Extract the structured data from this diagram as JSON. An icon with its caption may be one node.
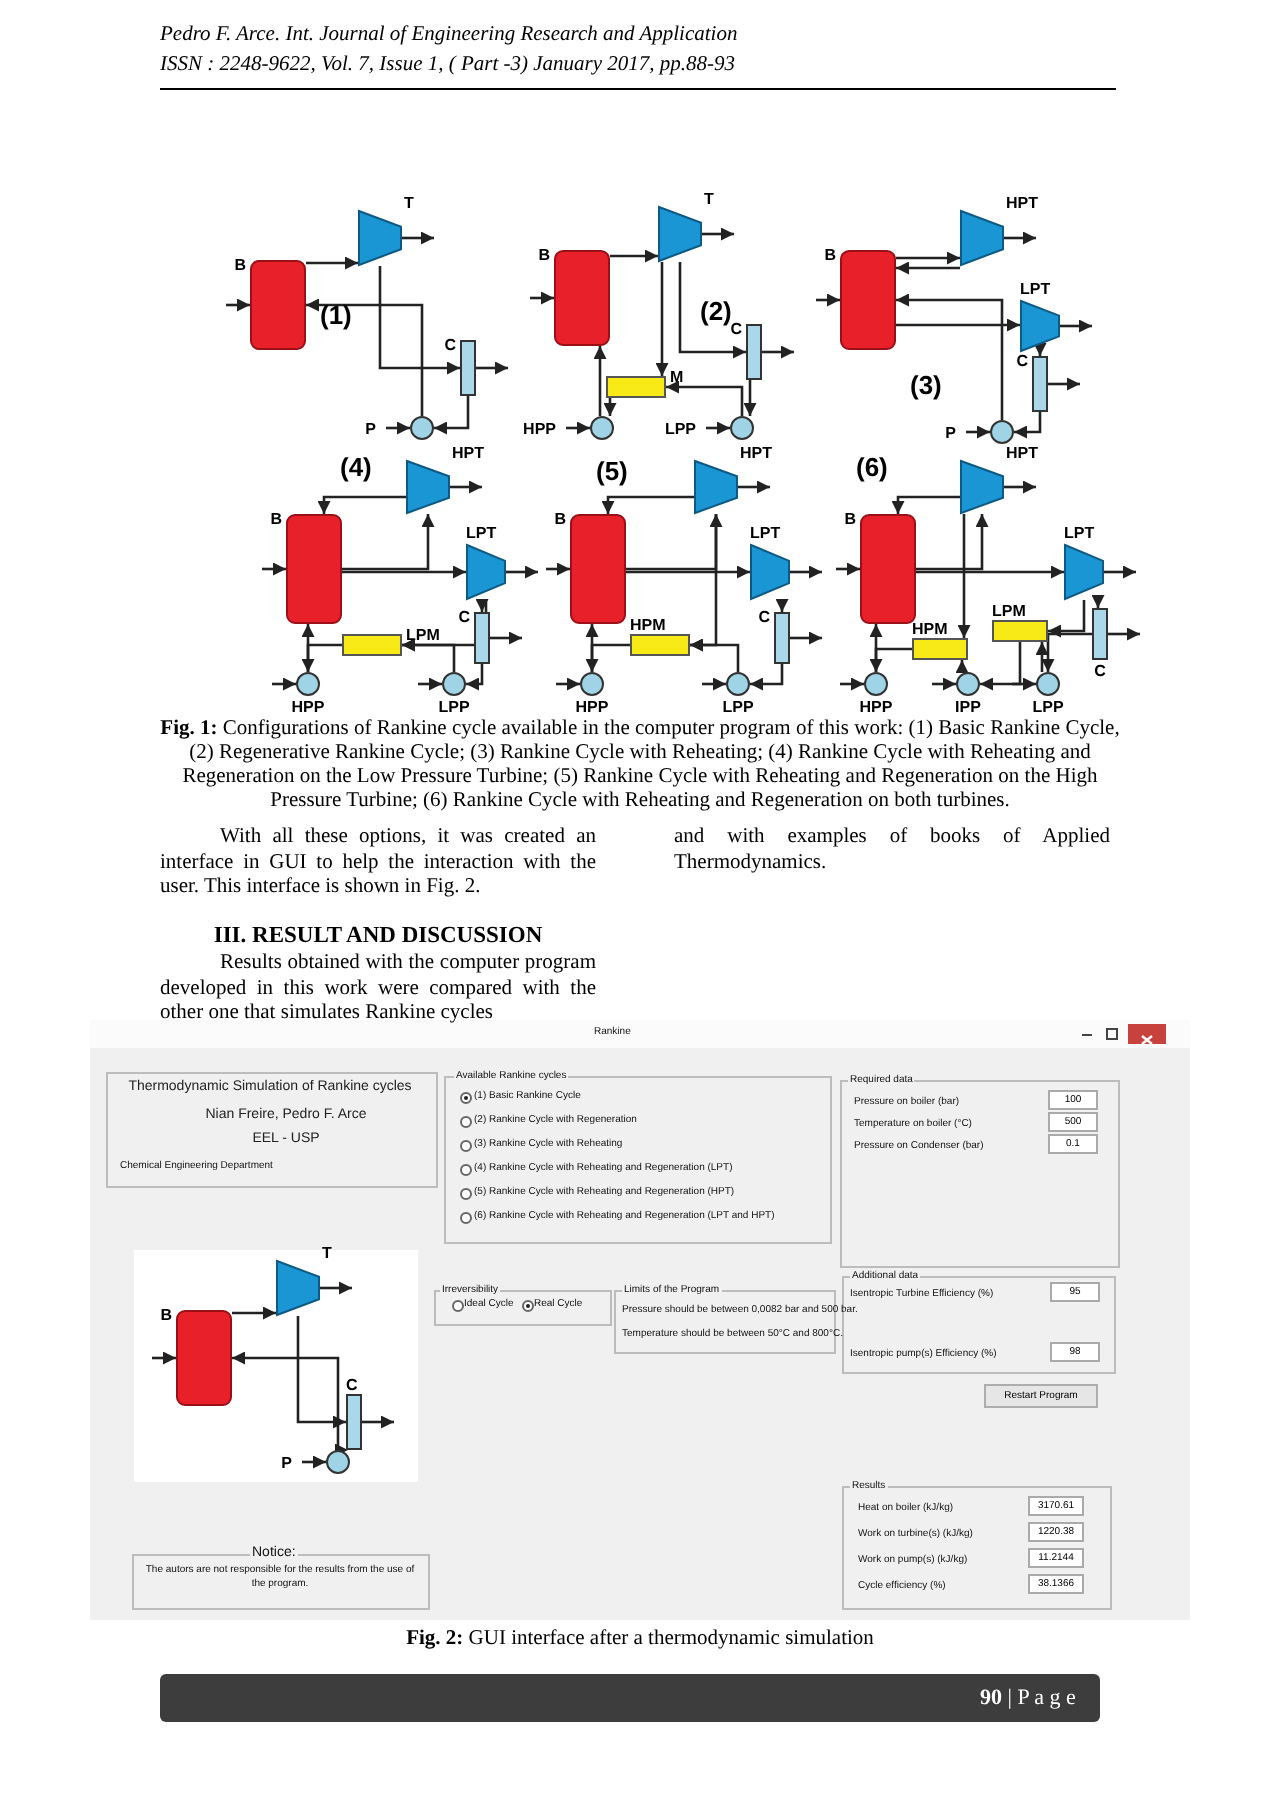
{
  "diagram": {
    "nodes": [
      {
        "text": [
          "B"
        ]
      },
      {
        "text": [
          "T"
        ]
      },
      {
        "text": [
          "C"
        ]
      },
      {
        "text": [
          "P"
        ]
      },
      {
        "text": [
          "B"
        ]
      },
      {
        "text": [
          "T"
        ]
      },
      {
        "text": [
          "M"
        ]
      },
      {
        "text": [
          "C"
        ]
      },
      {
        "text": [
          "HPP"
        ]
      },
      {
        "text": [
          "LPP"
        ]
      },
      {
        "text": [
          "B"
        ]
      },
      {
        "text": [
          "HPT"
        ]
      },
      {
        "text": [
          "LPT"
        ]
      },
      {
        "text": [
          "C"
        ]
      },
      {
        "text": [
          "P"
        ]
      },
      {
        "text": [
          "HPT"
        ]
      },
      {
        "text": [
          "B"
        ]
      },
      {
        "text": [
          "LPT"
        ]
      },
      {
        "text": [
          "LPM"
        ]
      },
      {
        "text": [
          "C"
        ]
      },
      {
        "text": [
          "HPP"
        ]
      },
      {
        "text": [
          "LPP"
        ]
      },
      {
        "text": [
          "HPT"
        ]
      },
      {
        "text": [
          "B"
        ]
      },
      {
        "text": [
          "LPT"
        ]
      },
      {
        "text": [
          "HPM"
        ]
      },
      {
        "text": [
          "C"
        ]
      },
      {
        "text": [
          "HPP"
        ]
      },
      {
        "text": [
          "LPP"
        ]
      },
      {
        "text": [
          "HPT"
        ]
      },
      {
        "text": [
          "B"
        ]
      },
      {
        "text": [
          "LPT"
        ]
      },
      {
        "text": [
          "LPM"
        ]
      },
      {
        "text": [
          "HPM"
        ]
      },
      {
        "text": [
          "C"
        ]
      },
      {
        "text": [
          "HPP"
        ]
      },
      {
        "text": [
          "IPP"
        ]
      },
      {
        "text": [
          "LPP"
        ]
      },
      {
        "text": [
          "B"
        ]
      },
      {
        "text": [
          "T"
        ]
      },
      {
        "text": [
          "C"
        ]
      },
      {
        "text": [
          "P"
        ]
      }
    ],
    "edges": [
      {
        "from": 0,
        "to": 1,
        "arrow": "to"
      },
      {
        "from": 1,
        "to": 2,
        "arrow": "to"
      },
      {
        "from": 2,
        "to": 3,
        "arrow": "to"
      },
      {
        "from": 3,
        "to": 0,
        "arrow": "to"
      },
      {
        "from": null,
        "to": 0,
        "arrow": "to"
      },
      {
        "from": 1,
        "to": null,
        "arrow": "to"
      },
      {
        "from": 2,
        "to": null,
        "arrow": "to"
      },
      {
        "from": null,
        "to": 3,
        "arrow": "to"
      },
      {
        "from": 4,
        "to": 5,
        "arrow": "to"
      },
      {
        "from": 5,
        "to": 7,
        "arrow": "to"
      },
      {
        "from": 5,
        "to": 6,
        "arrow": "to"
      },
      {
        "from": 7,
        "to": 9,
        "arrow": "to"
      },
      {
        "from": 9,
        "to": 6,
        "arrow": "to"
      },
      {
        "from": 6,
        "to": 8,
        "arrow": "to"
      },
      {
        "from": 8,
        "to": 4,
        "arrow": "to"
      },
      {
        "from": null,
        "to": 4,
        "arrow": "to"
      },
      {
        "from": 5,
        "to": null,
        "arrow": "to"
      },
      {
        "from": 7,
        "to": null,
        "arrow": "to"
      },
      {
        "from": null,
        "to": 8,
        "arrow": "to"
      },
      {
        "from": null,
        "to": 9,
        "arrow": "to"
      },
      {
        "from": 10,
        "to": 11,
        "arrow": "to"
      },
      {
        "from": 11,
        "to": 10,
        "arrow": "to"
      },
      {
        "from": 10,
        "to": 12,
        "arrow": "to"
      },
      {
        "from": 12,
        "to": 13,
        "arrow": "to"
      },
      {
        "from": 13,
        "to": 14,
        "arrow": "to"
      },
      {
        "from": 14,
        "to": 10,
        "arrow": "to"
      },
      {
        "from": null,
        "to": 10,
        "arrow": "to"
      },
      {
        "from": 11,
        "to": null,
        "arrow": "to"
      },
      {
        "from": 12,
        "to": null,
        "arrow": "to"
      },
      {
        "from": 13,
        "to": null,
        "arrow": "to"
      },
      {
        "from": null,
        "to": 14,
        "arrow": "to"
      },
      {
        "from": 16,
        "to": 15,
        "arrow": "to"
      },
      {
        "from": 15,
        "to": 16,
        "arrow": "to"
      },
      {
        "from": 16,
        "to": 17,
        "arrow": "to"
      },
      {
        "from": 17,
        "to": 18,
        "arrow": "to"
      },
      {
        "from": 17,
        "to": 19,
        "arrow": "to"
      },
      {
        "from": 19,
        "to": 21,
        "arrow": "to"
      },
      {
        "from": 21,
        "to": 18,
        "arrow": "to"
      },
      {
        "from": 18,
        "to": 20,
        "arrow": "to"
      },
      {
        "from": 20,
        "to": 16,
        "arrow": "to"
      },
      {
        "from": null,
        "to": 16,
        "arrow": "to"
      },
      {
        "from": 15,
        "to": null,
        "arrow": "to"
      },
      {
        "from": 17,
        "to": null,
        "arrow": "to"
      },
      {
        "from": 19,
        "to": null,
        "arrow": "to"
      },
      {
        "from": null,
        "to": 20,
        "arrow": "to"
      },
      {
        "from": null,
        "to": 21,
        "arrow": "to"
      },
      {
        "from": 23,
        "to": 22,
        "arrow": "to"
      },
      {
        "from": 22,
        "to": 23,
        "arrow": "to"
      },
      {
        "from": 22,
        "to": 25,
        "arrow": "to"
      },
      {
        "from": 23,
        "to": 24,
        "arrow": "to"
      },
      {
        "from": 24,
        "to": 26,
        "arrow": "to"
      },
      {
        "from": 26,
        "to": 28,
        "arrow": "to"
      },
      {
        "from": 28,
        "to": 25,
        "arrow": "to"
      },
      {
        "from": 25,
        "to": 27,
        "arrow": "to"
      },
      {
        "from": 27,
        "to": 23,
        "arrow": "to"
      },
      {
        "from": null,
        "to": 23,
        "arrow": "to"
      },
      {
        "from": 22,
        "to": null,
        "arrow": "to"
      },
      {
        "from": 24,
        "to": null,
        "arrow": "to"
      },
      {
        "from": 26,
        "to": null,
        "arrow": "to"
      },
      {
        "from": null,
        "to": 27,
        "arrow": "to"
      },
      {
        "from": null,
        "to": 28,
        "arrow": "to"
      },
      {
        "from": 30,
        "to": 29,
        "arrow": "to"
      },
      {
        "from": 29,
        "to": 30,
        "arrow": "to"
      },
      {
        "from": 29,
        "to": 33,
        "arrow": "to"
      },
      {
        "from": 30,
        "to": 31,
        "arrow": "to"
      },
      {
        "from": 31,
        "to": 32,
        "arrow": "to"
      },
      {
        "from": 31,
        "to": 34,
        "arrow": "to"
      },
      {
        "from": 34,
        "to": 37,
        "arrow": "to"
      },
      {
        "from": 37,
        "to": 32,
        "arrow": "to"
      },
      {
        "from": 32,
        "to": 36,
        "arrow": "to"
      },
      {
        "from": 36,
        "to": 33,
        "arrow": "to"
      },
      {
        "from": 33,
        "to": 35,
        "arrow": "to"
      },
      {
        "from": 35,
        "to": 30,
        "arrow": "to"
      },
      {
        "from": null,
        "to": 30,
        "arrow": "to"
      },
      {
        "from": 29,
        "to": null,
        "arrow": "to"
      },
      {
        "from": 31,
        "to": null,
        "arrow": "to"
      },
      {
        "from": 34,
        "to": null,
        "arrow": "to"
      },
      {
        "from": null,
        "to": 35,
        "arrow": "to"
      },
      {
        "from": null,
        "to": 36,
        "arrow": "to"
      },
      {
        "from": null,
        "to": 37,
        "arrow": "to"
      },
      {
        "from": 38,
        "to": 39,
        "arrow": "to"
      },
      {
        "from": 39,
        "to": 40,
        "arrow": "to"
      },
      {
        "from": 40,
        "to": 41,
        "arrow": "to"
      },
      {
        "from": 41,
        "to": 38,
        "arrow": "to"
      },
      {
        "from": null,
        "to": 38,
        "arrow": "to"
      },
      {
        "from": 39,
        "to": null,
        "arrow": "to"
      },
      {
        "from": 40,
        "to": null,
        "arrow": "to"
      },
      {
        "from": null,
        "to": 41,
        "arrow": "to"
      }
    ],
    "labels": [
      "Pedro F. Arce. Int. Journal of Engineering Research and Application",
      "ISSN : 2248-9622, Vol. 7, Issue 1, ( Part -3) January 2017, pp.88-93",
      "(1)",
      "(2)",
      "(3)",
      "(4)",
      "(5)",
      "(6)",
      "**Fig. 1:** Configurations of Rankine cycle available in the computer program of this work: (1) Basic Rankine Cycle, (2) Regenerative Rankine Cycle; (3) Rankine Cycle with Reheating; (4) Rankine Cycle with Reheating and Regeneration on the Low Pressure Turbine; (5) Rankine Cycle with Reheating and Regeneration on the High Pressure Turbine; (6) Rankine Cycle with Reheating and Regeneration on both turbines.",
      "With all these options, it was created an interface in GUI to help the interaction with the user. This interface is shown in Fig. 2.",
      "III. RESULT AND DISCUSSION",
      "Results obtained with the computer program developed in this work were compared with the other one that simulates Rankine cycles",
      "and with examples of books of Applied Thermodynamics.",
      "Rankine",
      "Thermodynamic Simulation of Rankine cycles",
      "Nian Freire, Pedro F. Arce",
      "EEL - USP",
      "Chemical Engineering Department",
      "Available Rankine cycles",
      "(1) Basic Rankine Cycle",
      "(2) Rankine Cycle with Regeneration",
      "(3) Rankine Cycle with Reheating",
      "(4) Rankine Cycle with Reheating and Regeneration (LPT)",
      "(5) Rankine Cycle with Reheating and Regeneration (HPT)",
      "(6) Rankine Cycle with Reheating and Regeneration (LPT and HPT)",
      "Required data",
      "Pressure on boiler (bar)",
      "100",
      "Temperature on boiler (°C)",
      "500",
      "Pressure on Condenser (bar)",
      "0.1",
      "Irreversibility",
      "Ideal Cycle",
      "Real Cycle",
      "Limits of the Program",
      "Pressure should be between 0,0082 bar and 500 bar.",
      "Temperature should be between 50°C and 800°C.",
      "Additional data",
      "Isentropic Turbine Efficiency (%)",
      "95",
      "Isentropic pump(s) Efficiency (%)",
      "98",
      "Restart Program",
      "Results",
      "Heat on boiler (kJ/kg)",
      "3170.61",
      "Work on turbine(s) (kJ/kg)",
      "1220.38",
      "Work on pump(s) (kJ/kg)",
      "11.2144",
      "Cycle efficiency (%)",
      "38.1366",
      "Notice:",
      "The autors are not responsible for the results from the use of the program.",
      "**Fig. 2:** GUI interface after a thermodynamic simulation",
      "**90** | P a g e"
    ]
  }
}
